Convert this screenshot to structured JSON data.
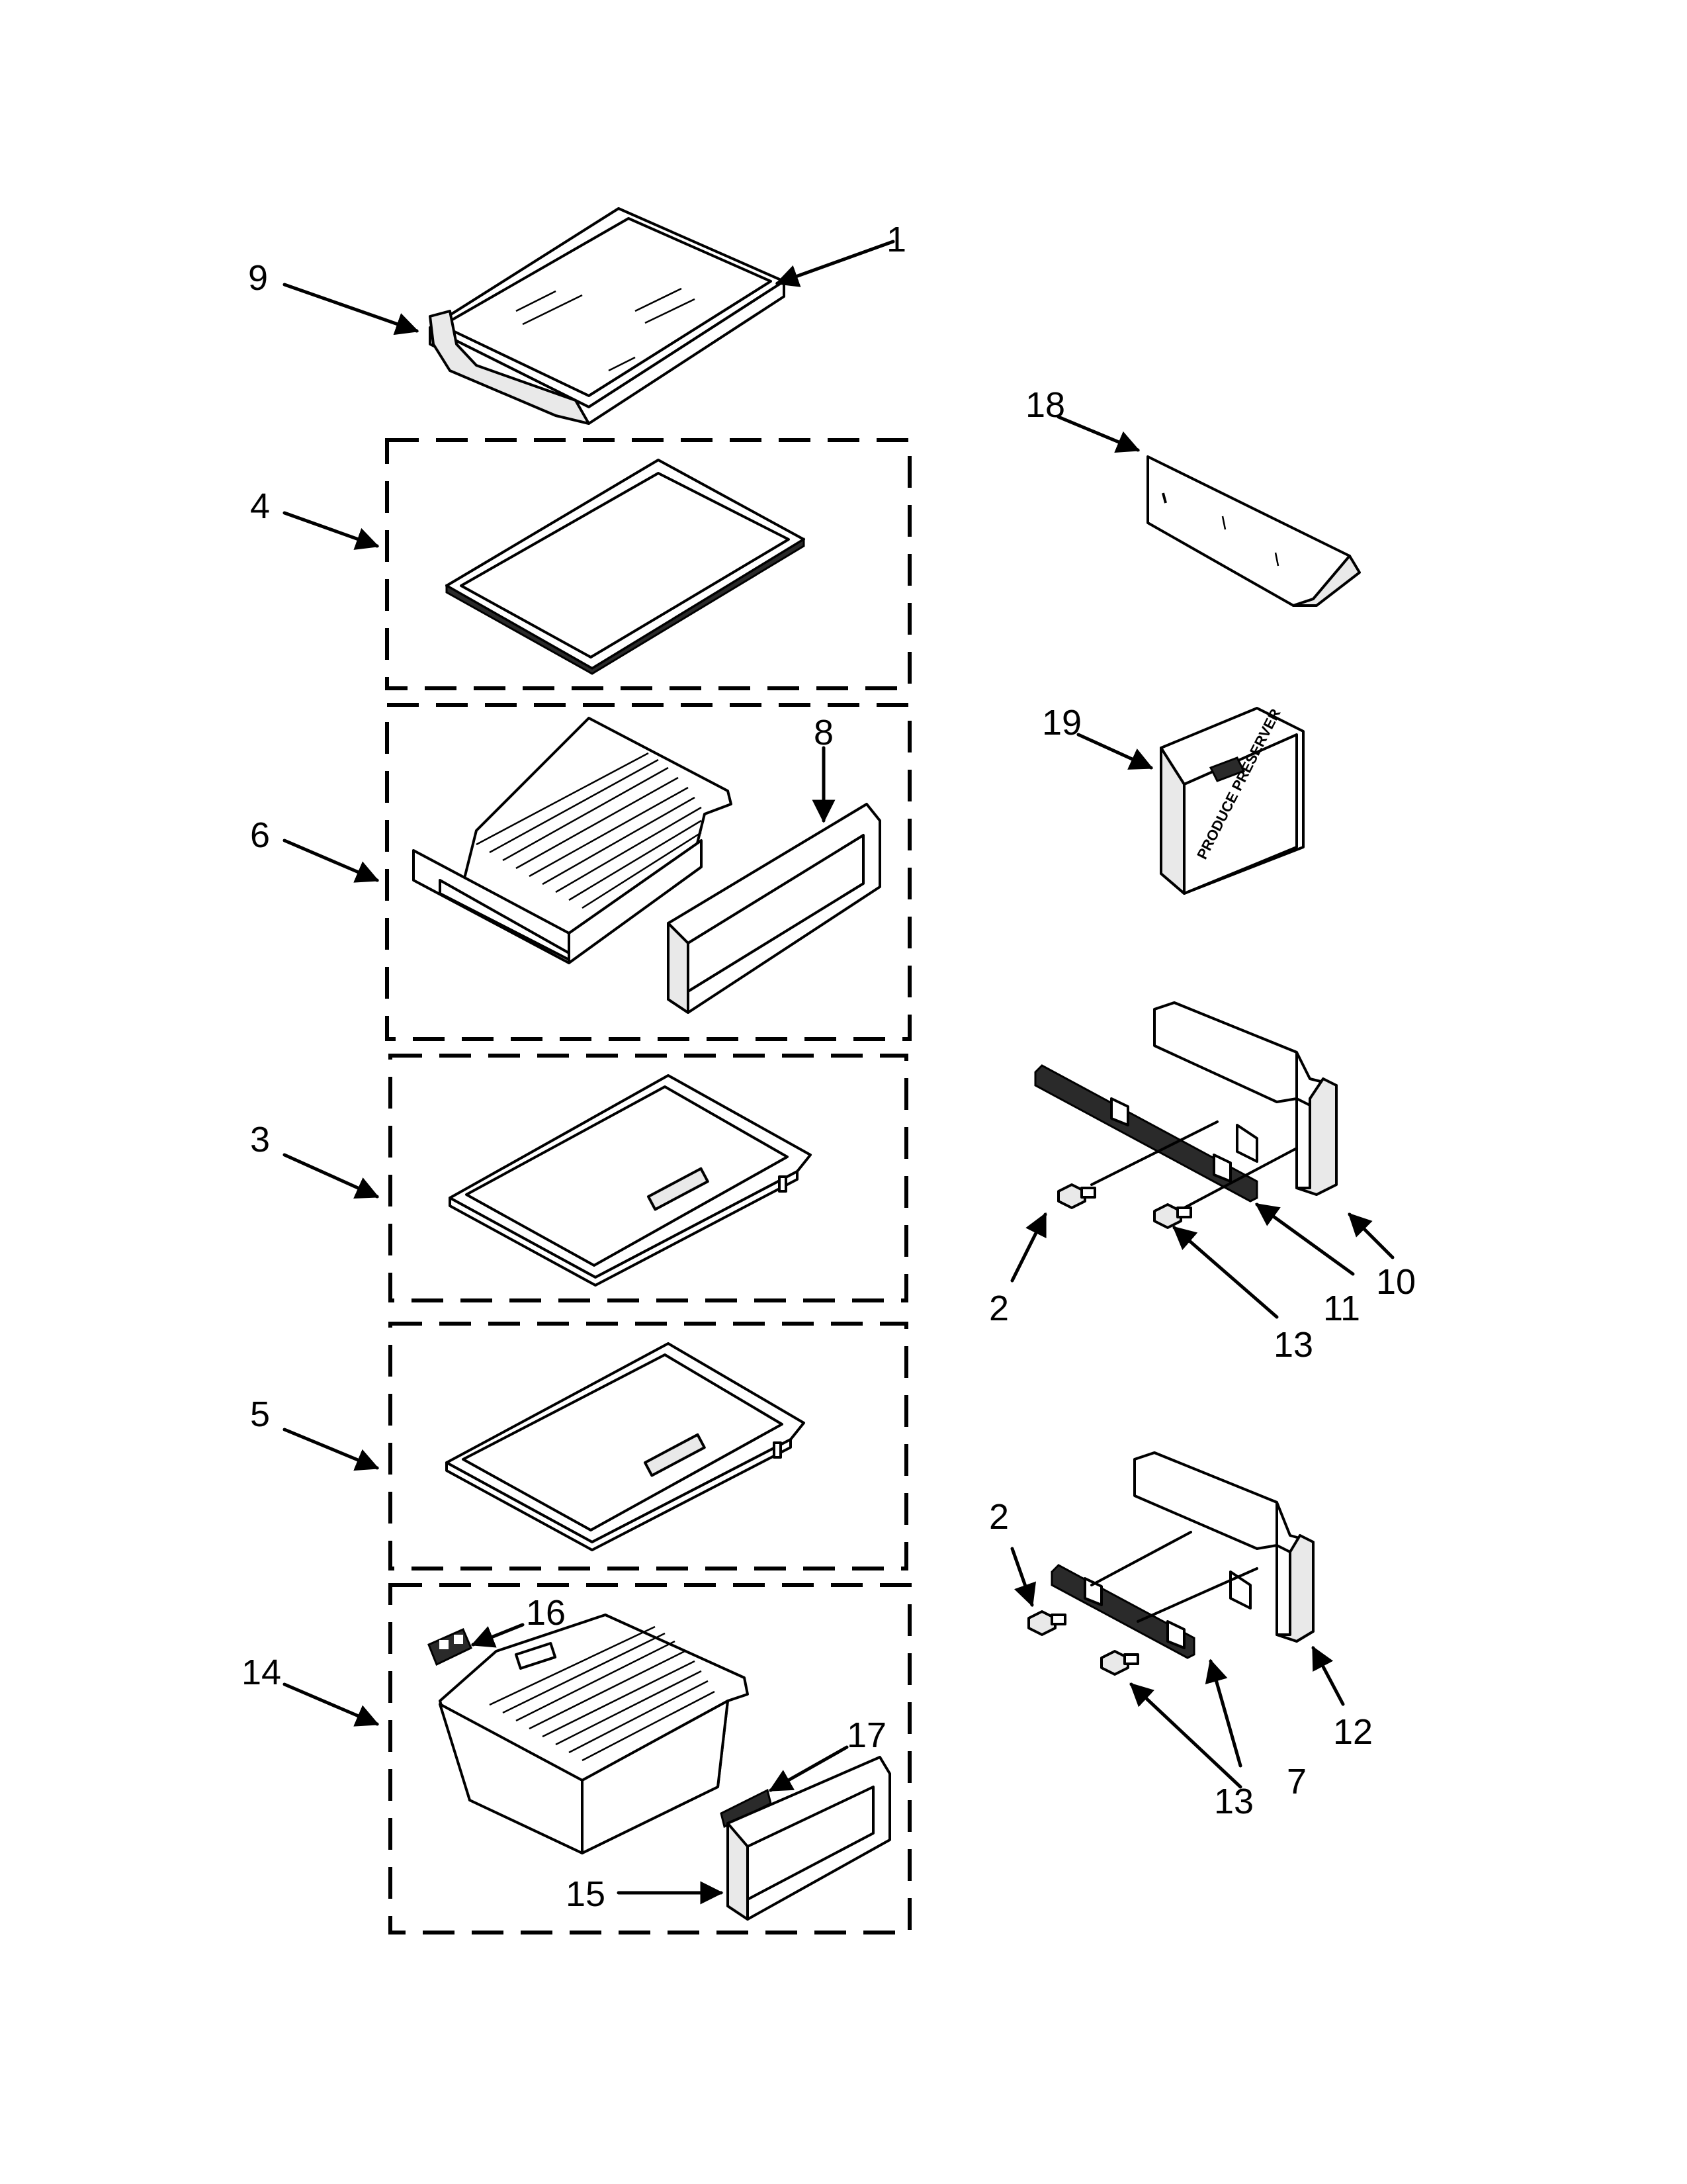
{
  "callouts": {
    "c1": "1",
    "c2a": "2",
    "c2b": "2",
    "c3": "3",
    "c4": "4",
    "c5": "5",
    "c6": "6",
    "c7": "7",
    "c8": "8",
    "c9": "9",
    "c10": "10",
    "c11": "11",
    "c12": "12",
    "c13a": "13",
    "c13b": "13",
    "c14": "14",
    "c15": "15",
    "c16": "16",
    "c17": "17",
    "c18": "18",
    "c19": "19"
  },
  "part_text": {
    "produce_preserver": "PRODUCE PRESERVER"
  }
}
